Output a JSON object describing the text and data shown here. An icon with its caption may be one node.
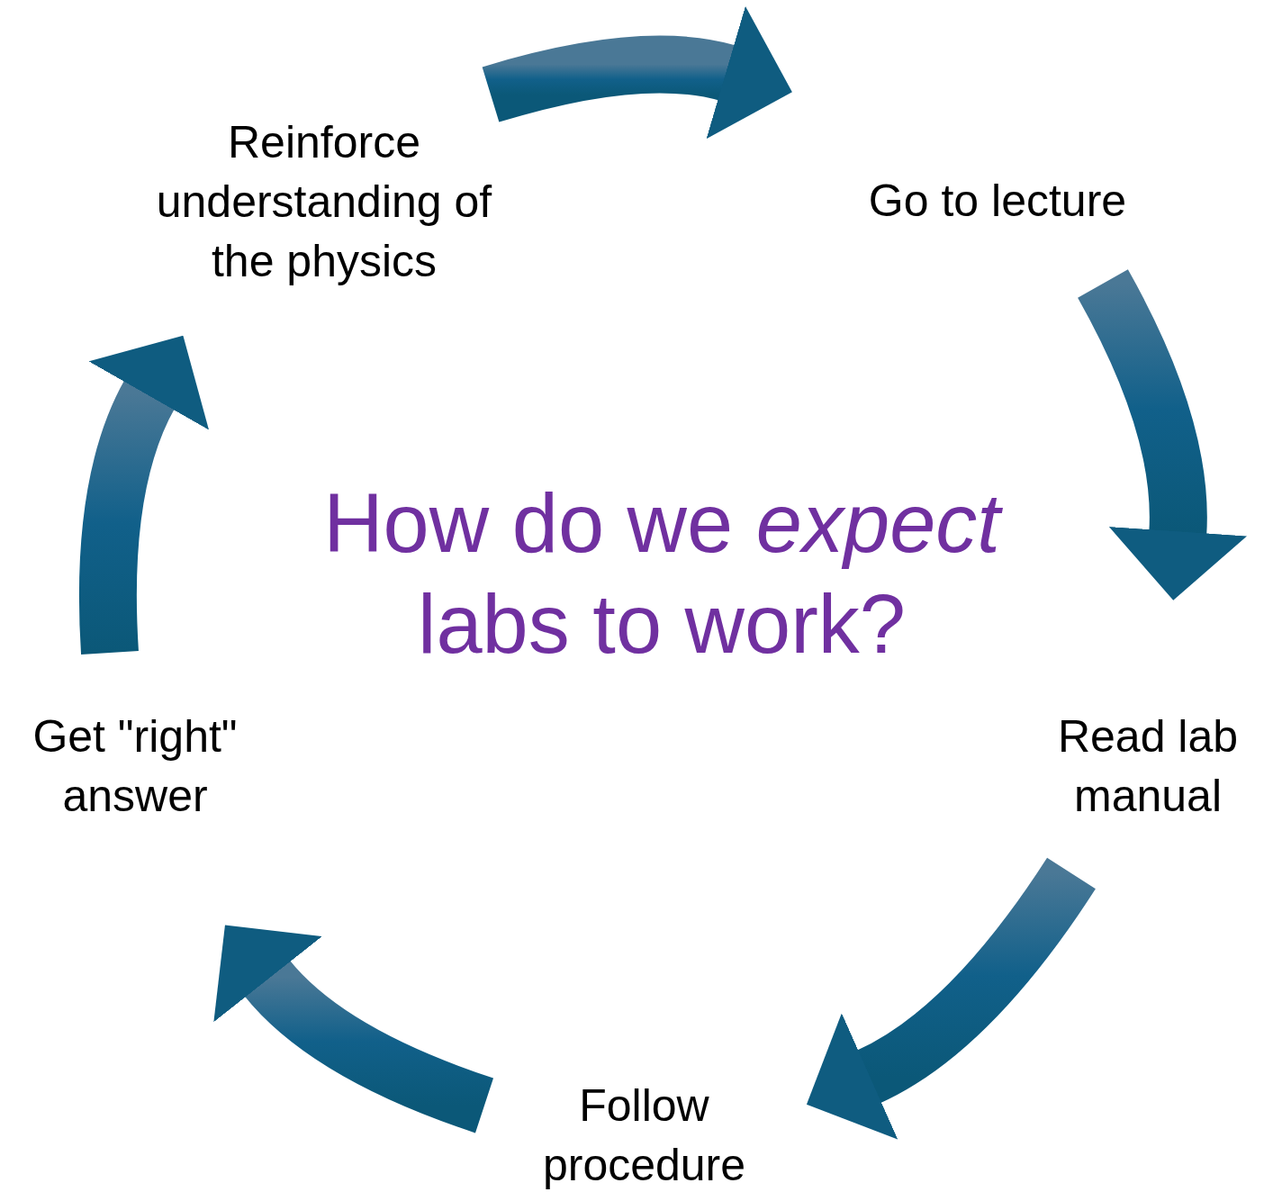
{
  "diagram": {
    "title": "How do we *expect* labs to work?",
    "nodes": [
      {
        "text": [
          "Reinforce understanding of the physics"
        ]
      },
      {
        "text": [
          "Go to lecture"
        ]
      },
      {
        "text": [
          "Read lab manual"
        ]
      },
      {
        "text": [
          "Get \"right\" answer"
        ]
      },
      {
        "text": [
          "Follow procedure"
        ]
      }
    ],
    "edges": [
      {
        "from": 0,
        "to": 1,
        "arrow": "to"
      },
      {
        "from": 1,
        "to": 2,
        "arrow": "to"
      },
      {
        "from": 2,
        "to": 4,
        "arrow": "to"
      },
      {
        "from": 4,
        "to": 3,
        "arrow": "to"
      },
      {
        "from": 3,
        "to": 0,
        "arrow": "to"
      }
    ]
  }
}
